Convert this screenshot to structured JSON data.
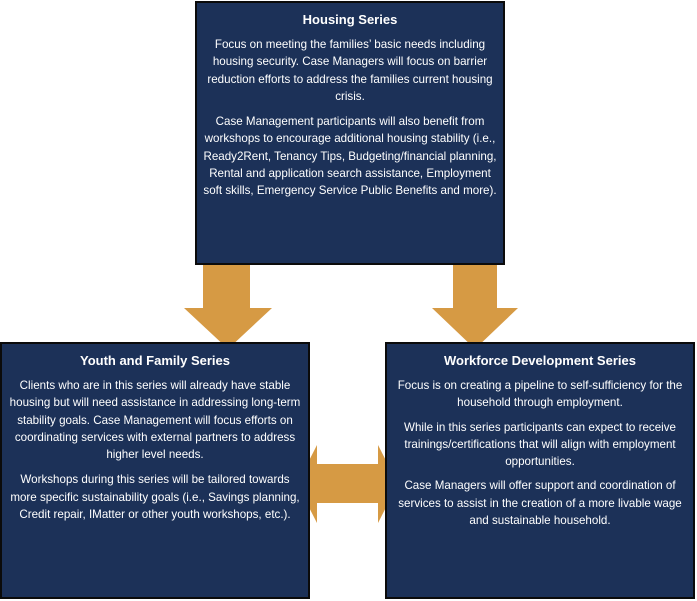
{
  "colors": {
    "box_fill": "#1c3158",
    "box_border": "#0b0b0b",
    "arrow_fill": "#d69a44",
    "text": "#ffffff"
  },
  "housing": {
    "title": "Housing Series",
    "paragraphs": [
      "Focus on meeting the families’ basic needs including housing security. Case Managers will focus on barrier reduction efforts to address the families current housing crisis.",
      "Case Management participants will also benefit from workshops to encourage additional housing stability (i.e., Ready2Rent, Tenancy Tips, Budgeting/financial planning, Rental and application search assistance, Employment soft skills, Emergency Service Public Benefits and more)."
    ]
  },
  "youth": {
    "title": "Youth and Family Series",
    "paragraphs": [
      "Clients who are in this series will already have stable housing but will need assistance in addressing long-term stability goals. Case Management will focus efforts on coordinating services with external partners to address higher level needs.",
      "Workshops during this series will be tailored towards more specific sustainability goals (i.e., Savings planning, Credit repair, IMatter or other youth workshops, etc.)."
    ]
  },
  "workforce": {
    "title": "Workforce Development Series",
    "paragraphs": [
      "Focus is on creating a pipeline to self-sufficiency for the household through employment.",
      "While in this series participants can expect to receive trainings/certifications that will align with employment opportunities.",
      "Case Managers will offer support and coordination of services to assist in the creation of a more livable wage and sustainable household."
    ]
  },
  "connectors": [
    {
      "from": "Housing Series",
      "to": "Youth and Family Series",
      "type": "one-way"
    },
    {
      "from": "Housing Series",
      "to": "Workforce Development Series",
      "type": "one-way"
    },
    {
      "from": "Youth and Family Series",
      "to": "Workforce Development Series",
      "type": "two-way"
    }
  ]
}
